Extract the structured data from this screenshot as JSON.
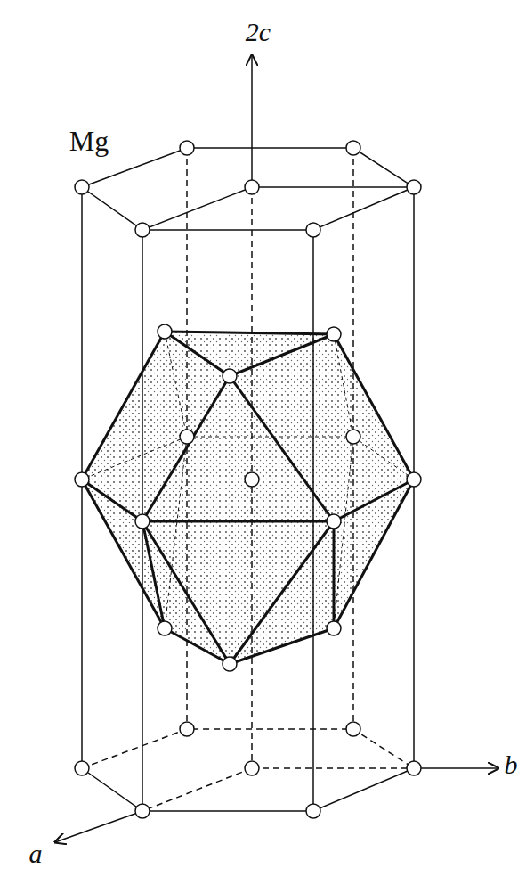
{
  "diagram": {
    "labels": [
      "Mg",
      "2c",
      "a",
      "b"
    ]
  }
}
